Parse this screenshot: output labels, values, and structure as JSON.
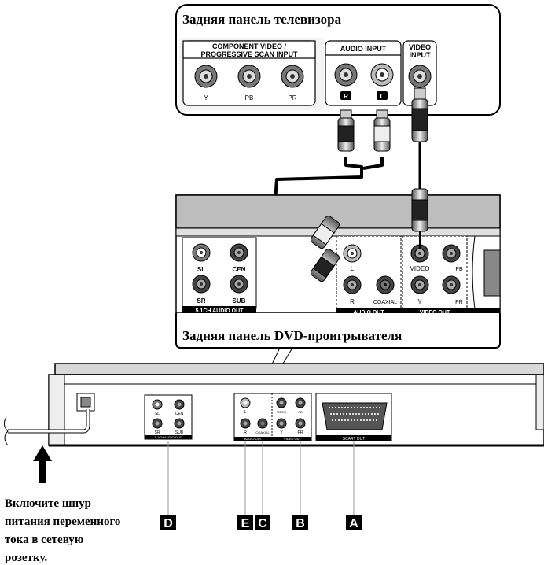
{
  "tv_panel": {
    "title": "Задняя панель телевизора",
    "component_group": {
      "label_line1": "COMPONENT VIDEO /",
      "label_line2": "PROGRESSIVE SCAN INPUT",
      "jacks": [
        "Y",
        "PB",
        "PR"
      ]
    },
    "audio_group": {
      "label": "AUDIO INPUT",
      "jacks": [
        "R",
        "L"
      ]
    },
    "video_group": {
      "label_line1": "VIDEO",
      "label_line2": "INPUT"
    }
  },
  "dvd_panel": {
    "title": "Задняя панель DVD-проигрывателя",
    "ch51_jacks": [
      "SL",
      "CEN",
      "SR",
      "SUB"
    ],
    "ch51_label": "5.1CH AUDIO OUT",
    "audio_out_jacks": [
      "L",
      "R",
      "COAXIAL"
    ],
    "audio_out_label": "AUDIO OUT",
    "video_out_jacks": [
      "VIDEO",
      "PB",
      "Y",
      "PR"
    ],
    "video_out_label": "VIDEO OUT"
  },
  "player": {
    "small_51_label": "5.1CH AUDIO OUT",
    "small_51_jacks": [
      "SL",
      "CEN",
      "SR",
      "SUB"
    ],
    "small_audio_label": "AUDIO OUT",
    "small_audio_jacks": [
      "L",
      "R",
      "COAXIAL"
    ],
    "small_video_label": "VIDEO OUT",
    "small_video_jacks": [
      "VIDEO",
      "PB",
      "Y",
      "PR"
    ],
    "scart_label": "SCART OUT"
  },
  "callouts": [
    "D",
    "E",
    "C",
    "B",
    "A"
  ],
  "power_note": {
    "line1": "Включите шнур",
    "line2": "питания переменного",
    "line3": "тока в сетевую",
    "line4": "розетку."
  }
}
